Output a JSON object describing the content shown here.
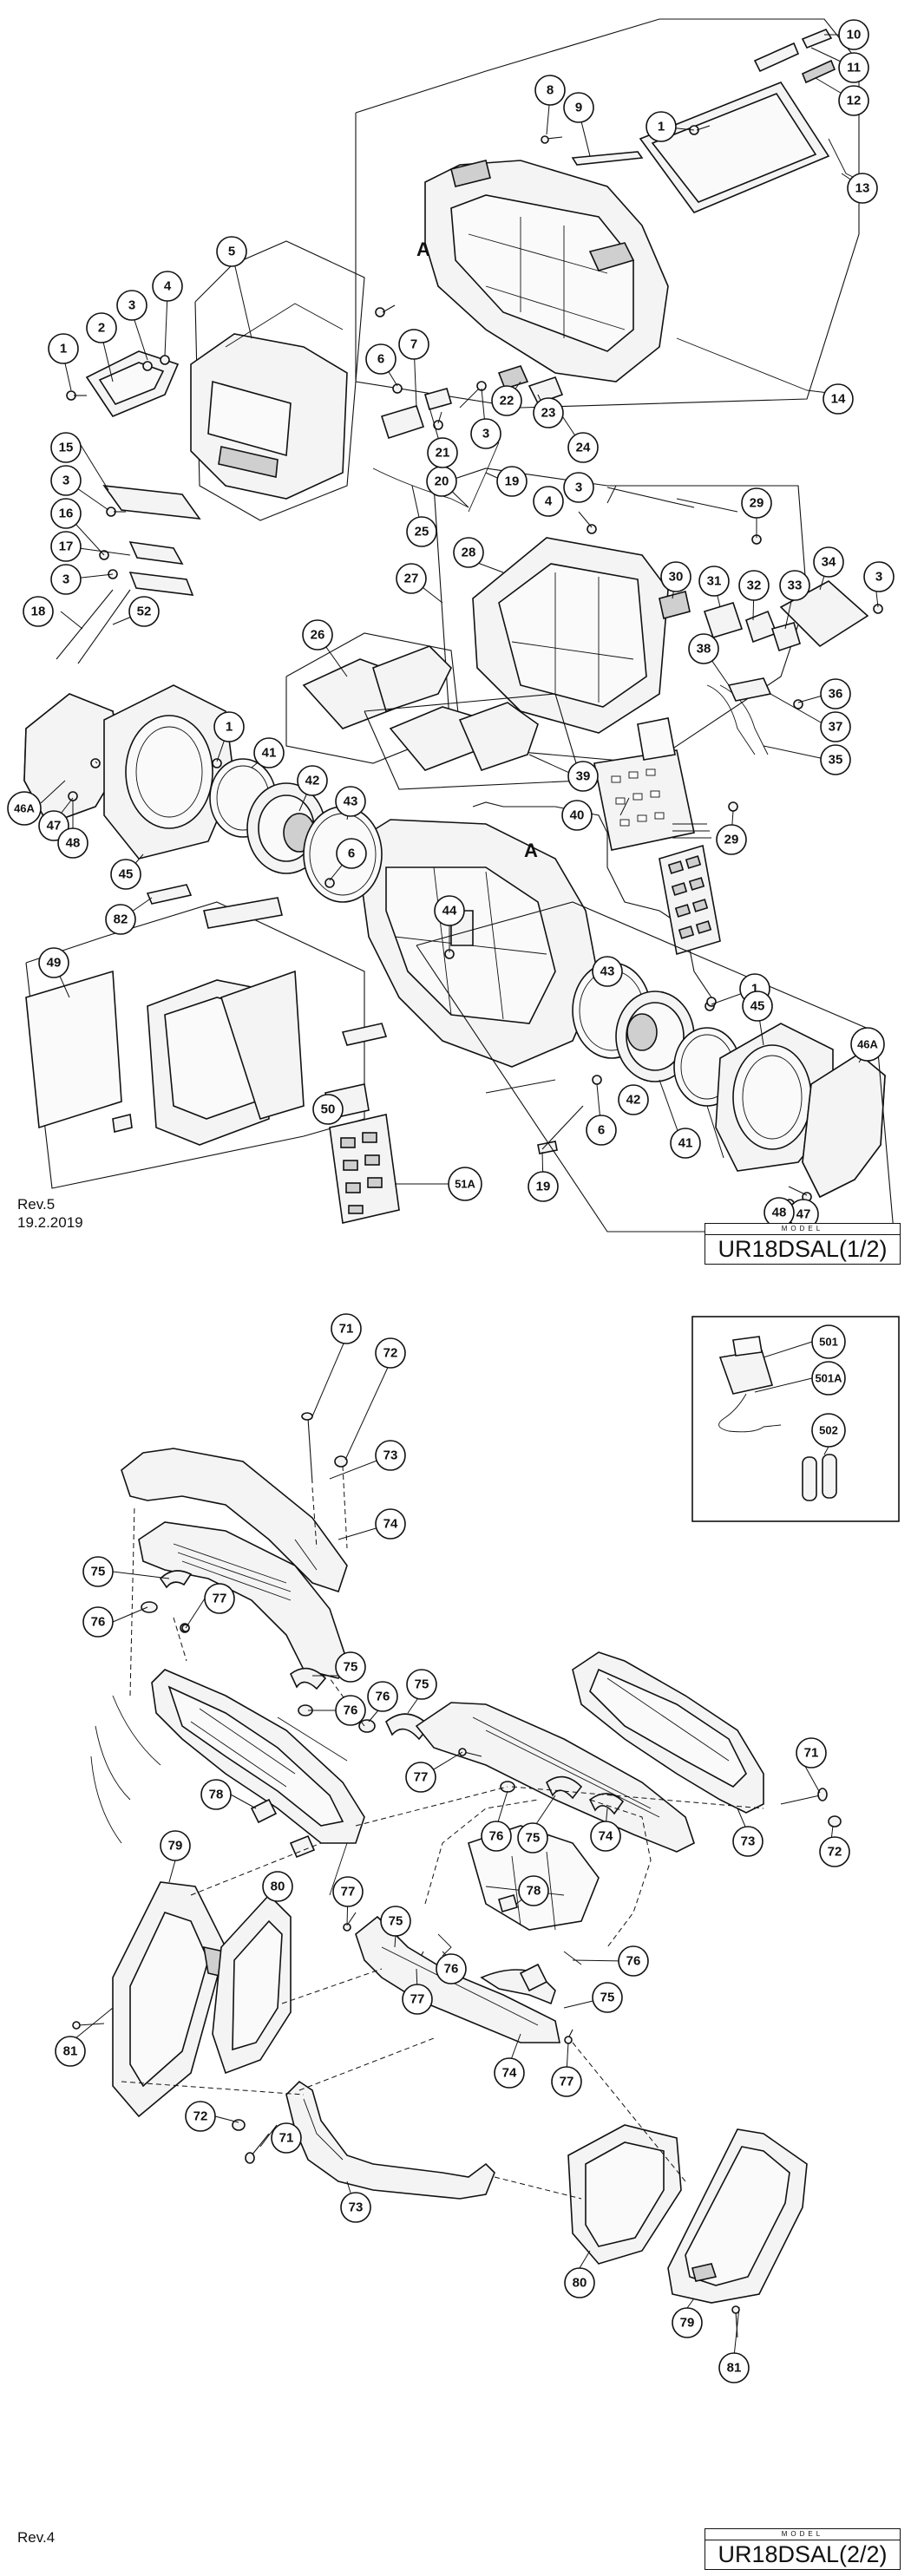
{
  "page1": {
    "marker_letter": "A",
    "revision": "Rev.5",
    "date": "19.2.2019",
    "model_caption": "MODEL",
    "model_name": "UR18DSAL(1/2)",
    "callouts": [
      "1",
      "2",
      "3",
      "4",
      "5",
      "6",
      "7",
      "8",
      "9",
      "10",
      "11",
      "12",
      "13",
      "14",
      "15",
      "16",
      "17",
      "18",
      "19",
      "20",
      "21",
      "22",
      "23",
      "24",
      "25",
      "26",
      "27",
      "28",
      "29",
      "30",
      "31",
      "32",
      "33",
      "34",
      "35",
      "36",
      "37",
      "38",
      "39",
      "40",
      "41",
      "42",
      "43",
      "44",
      "45",
      "46A",
      "47",
      "48",
      "49",
      "50",
      "51A",
      "52",
      "82"
    ]
  },
  "page2": {
    "revision": "Rev.4",
    "model_caption": "MODEL",
    "model_name": "UR18DSAL(2/2)",
    "accessory_callouts": [
      "501",
      "501A",
      "502"
    ],
    "callouts": [
      "71",
      "72",
      "73",
      "74",
      "75",
      "76",
      "77",
      "78",
      "79",
      "80",
      "81"
    ]
  }
}
